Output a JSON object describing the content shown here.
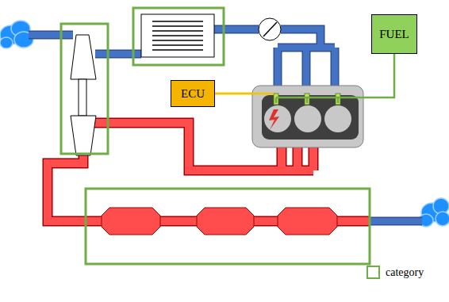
{
  "diagram": {
    "nodes": [
      {
        "text": [
          "FUEL"
        ]
      },
      {
        "text": [
          "ECU"
        ]
      }
    ],
    "legend": [
      {
        "text": "category"
      }
    ]
  }
}
